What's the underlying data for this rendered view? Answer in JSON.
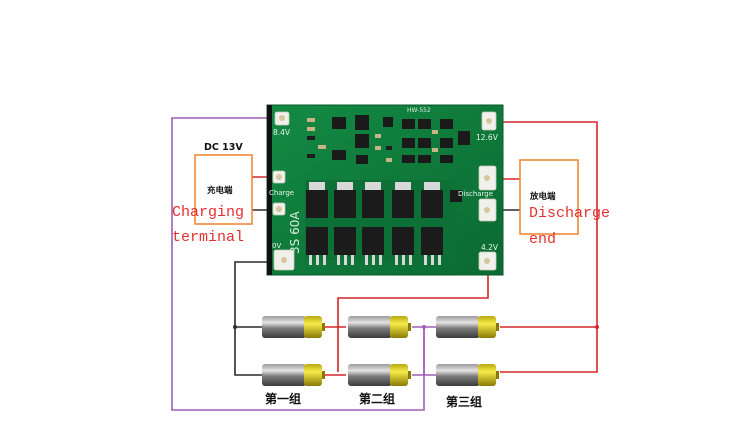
{
  "board": {
    "model": "HW-552",
    "spec": "3S 60A",
    "pads": {
      "v84": "8.4V",
      "v126": "12.6V",
      "charge": "Charge",
      "discharge": "Discharge",
      "v42": "4.2V",
      "v0": "0V"
    }
  },
  "charger": {
    "voltage": "DC 13V",
    "label_cn": "充电端",
    "label_en_line1": "Charging",
    "label_en_line2": "terminal"
  },
  "load": {
    "label_cn": "放电端",
    "label_en_line1": "Discharge",
    "label_en_line2": "end"
  },
  "groups": [
    {
      "label": "第一组"
    },
    {
      "label": "第二组"
    },
    {
      "label": "第三组"
    }
  ],
  "colors": {
    "wire_red": "#d4262b",
    "wire_purple": "#a05fb4",
    "wire_black": "#2a2a2a",
    "box_orange": "#f0883a",
    "annotation_red": "#e53030",
    "pcb_green": "#0f7a3a",
    "battery_yellow": "#e8d21a"
  }
}
